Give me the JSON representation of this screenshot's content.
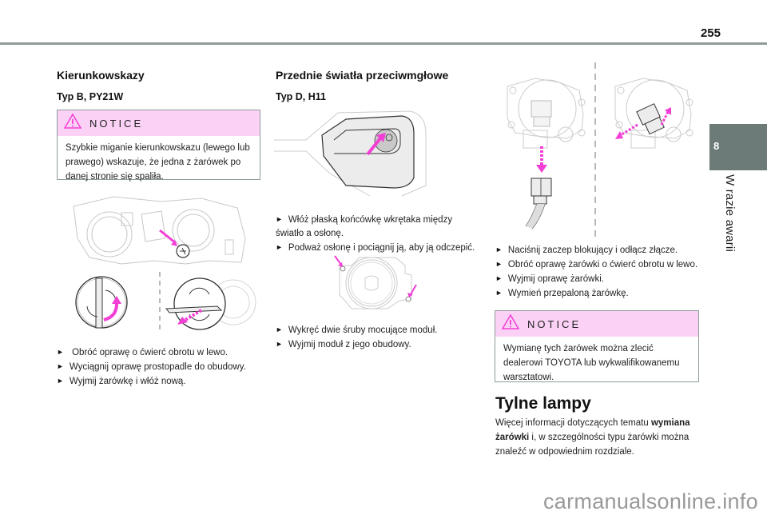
{
  "page": {
    "number": "255",
    "chapter_number": "8",
    "chapter_title": "W razie awarii"
  },
  "left_column": {
    "heading": "Kierunkowskazy",
    "subheading": "Typ B, PY21W",
    "notice": {
      "title": "NOTICE",
      "icon": "warning-triangle-icon",
      "body": "Szybkie miganie kierunkowskazu (lewego lub prawego) wskazuje, że jedna z żarówek po danej stronie się spaliła."
    },
    "steps": [
      " Obróć oprawę o ćwierć obrotu w lewo.",
      "Wyciągnij oprawę prostopadle do obudowy.",
      "Wyjmij żarówkę i włóż nową."
    ]
  },
  "middle_column": {
    "heading": "Przednie światła przeciwmgłowe",
    "subheading": "Typ D, H11",
    "steps_a": [
      "Włóż płaską końcówkę wkrętaka między światło a osłonę.",
      "Podważ osłonę i pociągnij ją, aby ją odczepić."
    ],
    "steps_b": [
      "Wykręć dwie śruby mocujące moduł.",
      "Wyjmij moduł z jego obudowy."
    ]
  },
  "right_column": {
    "steps": [
      "Naciśnij zaczep blokujący i odłącz złącze.",
      "Obróć oprawę żarówki o ćwierć obrotu w lewo.",
      "Wyjmij oprawę żarówki.",
      "Wymień przepaloną żarówkę."
    ],
    "notice": {
      "title": "NOTICE",
      "icon": "warning-triangle-icon",
      "body": "Wymianę tych żarówek można zlecić dealerowi TOYOTA lub wykwalifikowanemu warsztatowi."
    },
    "section_heading": "Tylne lampy",
    "section_text_1": "Więcej informacji dotyczących tematu ",
    "section_text_bold": "wymiana żarówki",
    "section_text_2": " i, w szczególności typu żarówki można znaleźć w odpowiednim rozdziale."
  },
  "bullet_glyph": "►",
  "colors": {
    "accent_pink": "#f23fd6",
    "notice_bg": "#fbd2f5",
    "rule_gray": "#8e9c99",
    "chapter_tab": "#6c7b77"
  },
  "watermark": "carmanualsonline.info"
}
